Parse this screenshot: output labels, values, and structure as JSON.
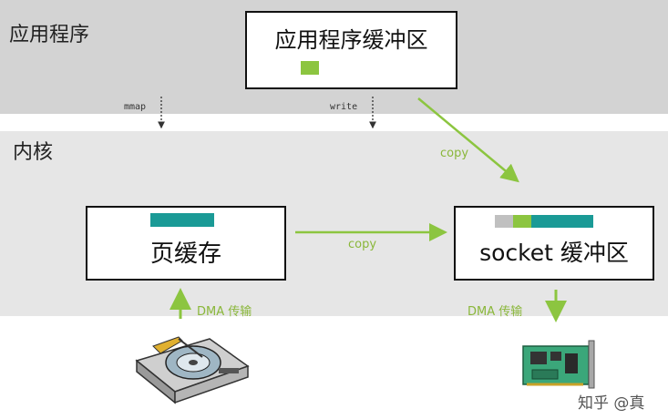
{
  "user_space": {
    "label": "应用程序"
  },
  "kernel_space": {
    "label": "内核"
  },
  "app_buffer": {
    "label": "应用程序缓冲区"
  },
  "page_cache": {
    "label": "页缓存"
  },
  "socket_buffer": {
    "label": "socket 缓冲区"
  },
  "syscalls": {
    "mmap": "mmap",
    "write": "write"
  },
  "flows": {
    "copy_app_to_socket": "copy",
    "copy_page_to_socket": "copy",
    "dma_disk": "DMA 传输",
    "dma_nic": "DMA 传输"
  },
  "watermark": "知乎 @真",
  "colors": {
    "green": "#8cc540",
    "teal": "#1a9a96",
    "gray_segment": "#c0c0c0",
    "user_band": "#d3d3d3",
    "kernel_band": "#e6e6e6"
  }
}
